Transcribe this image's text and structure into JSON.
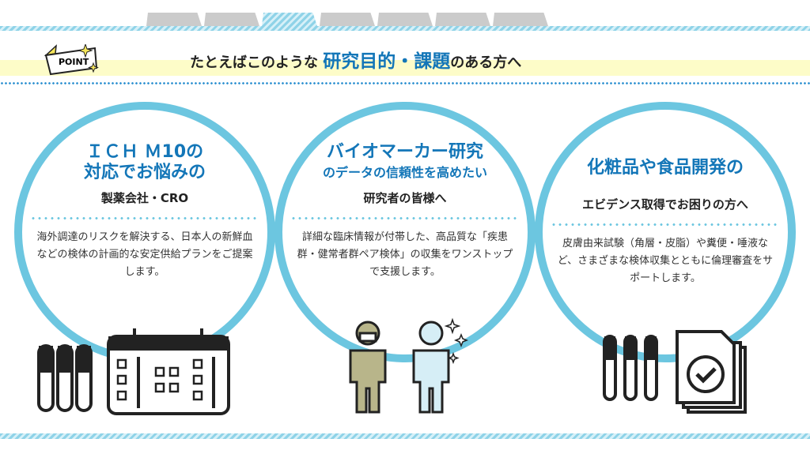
{
  "header": {
    "point_label": "POINT",
    "headline_prefix": "たとえばこのような",
    "headline_emphasis": "研究目的・課題",
    "headline_suffix": "のある方へ"
  },
  "tabs": [
    {
      "active": false
    },
    {
      "active": false
    },
    {
      "active": true
    },
    {
      "active": false
    },
    {
      "active": false
    },
    {
      "active": false
    },
    {
      "active": false
    }
  ],
  "cards": [
    {
      "title_line1": "ＩＣＨ Ｍ10の",
      "title_line2": "対応でお悩みの",
      "audience": "製薬会社・CRO",
      "body": "海外調達のリスクを解決する、日本人の新鮮血などの検体の計画的な安定供給プランをご提案します。",
      "icon": "test-tubes-calendar-icon"
    },
    {
      "title_line1": "バイオマーカー研究",
      "title_line2": "のデータの信頼性を高めたい",
      "audience": "研究者の皆様へ",
      "body": "詳細な臨床情報が付帯した、高品質な「疾患群・健常者群ペア検体」の収集をワンストップで支援します。",
      "icon": "researchers-icon"
    },
    {
      "title_line1": "化粧品や食品開発の",
      "title_line2": "",
      "audience": "エビデンス取得でお困りの方へ",
      "body": "皮膚由来試験（角層・皮脂）や糞便・唾液など、さまざまな検体収集とともに倫理審査をサポートします。",
      "icon": "test-tubes-document-check-icon"
    }
  ],
  "colors": {
    "accent": "#1376b8",
    "circle": "#6cc6e0",
    "band": "#fdfcc8"
  }
}
